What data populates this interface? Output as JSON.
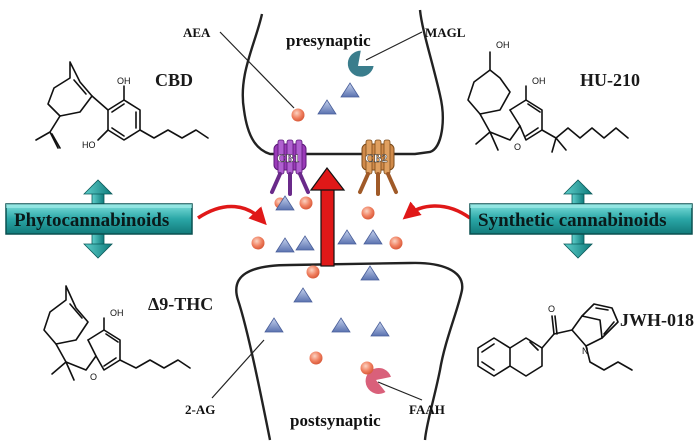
{
  "labels": {
    "presynaptic": "presynaptic",
    "postsynaptic": "postsynaptic",
    "aea": "AEA",
    "magl": "MAGL",
    "two_ag": "2-AG",
    "faah": "FAAH",
    "cb1": "CB1",
    "cb2": "CB2"
  },
  "boxes": {
    "phyto": "Phytocannabinoids",
    "synthetic": "Synthetic cannabinoids"
  },
  "molecules": {
    "cbd": "CBD",
    "thc": "Δ9-THC",
    "hu210": "HU-210",
    "jwh018": "JWH-018"
  },
  "atoms": {
    "oh": "OH",
    "ho": "HO",
    "o": "O",
    "n": "N"
  },
  "colors": {
    "membrane": "#222222",
    "box_fill": "#2aa6a6",
    "box_dark": "#0e6f6f",
    "arrow_red": "#e01818",
    "ligand_orange": "#f08060",
    "triangle_blue": "#7a92c8",
    "magl_teal": "#3a7d8c",
    "faah_pink": "#d9607a",
    "cb1_purple": "#8a2aa8",
    "cb2_orange": "#c8783a"
  },
  "icons": {
    "magl": "pacman-enzyme-icon",
    "faah": "pacman-enzyme-icon",
    "receptor": "receptor-icon"
  }
}
